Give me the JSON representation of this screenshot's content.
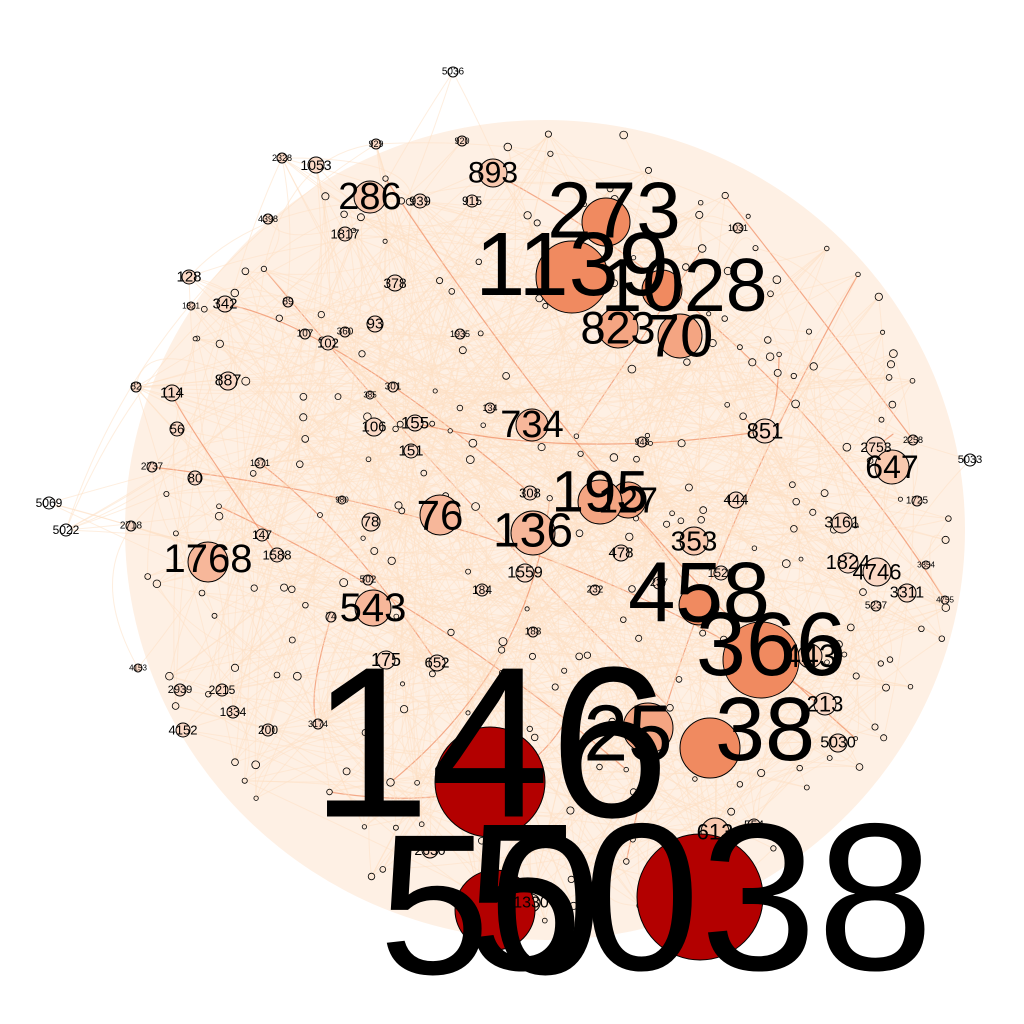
{
  "graph": {
    "edge_color": "#fde0c5",
    "strong_edge_color": "#f08a60",
    "node_outline": "#000000",
    "nodes": [
      {
        "label": "5038",
        "fill": "#b30000"
      },
      {
        "label": "146",
        "fill": "#b30000"
      },
      {
        "label": "50",
        "fill": "#b30000"
      },
      {
        "label": "1139",
        "fill": "#f08a60"
      },
      {
        "label": "273",
        "fill": "#f08a60"
      },
      {
        "label": "1028",
        "fill": "#f08a60"
      },
      {
        "label": "366",
        "fill": "#f08a60"
      },
      {
        "label": "458",
        "fill": "#f08a60"
      },
      {
        "label": "38",
        "fill": "#f08a60"
      },
      {
        "label": "70",
        "fill": "#f4a582"
      },
      {
        "label": "823",
        "fill": "#f4a582"
      },
      {
        "label": "195",
        "fill": "#f4a582"
      },
      {
        "label": "136",
        "fill": "#f7b79a"
      },
      {
        "label": "1768",
        "fill": "#f7b79a"
      },
      {
        "label": "76",
        "fill": "#f7b79a"
      },
      {
        "label": "543",
        "fill": "#f7b79a"
      },
      {
        "label": "734",
        "fill": "#f7b79a"
      },
      {
        "label": "286",
        "fill": "#f9c9af"
      },
      {
        "label": "893",
        "fill": "#f9c9af"
      },
      {
        "label": "353",
        "fill": "#f9c9af"
      },
      {
        "label": "647",
        "fill": "#f9c9af"
      },
      {
        "label": "25",
        "fill": "#f4a582"
      },
      {
        "label": "127",
        "fill": "#f4a582"
      },
      {
        "label": "613",
        "fill": "#f9c9af"
      },
      {
        "label": "4746",
        "fill": "#fbd9c6"
      },
      {
        "label": "1824",
        "fill": "#fbd9c6"
      },
      {
        "label": "851",
        "fill": "#fbd9c6"
      },
      {
        "label": "3161",
        "fill": "#fbd9c6"
      },
      {
        "label": "2753",
        "fill": "#fbd9c6"
      },
      {
        "label": "213",
        "fill": "#fbd9c6"
      },
      {
        "label": "443",
        "fill": "#f9c9af"
      },
      {
        "label": "5030",
        "fill": "#fbd9c6"
      },
      {
        "label": "3311",
        "fill": "#fbd9c6"
      },
      {
        "label": "1559",
        "fill": "#fbd9c6"
      },
      {
        "label": "478",
        "fill": "#fbd9c6"
      },
      {
        "label": "1528",
        "fill": "#fbd9c6"
      },
      {
        "label": "444",
        "fill": "#fbd9c6"
      },
      {
        "label": "308",
        "fill": "#fbd9c6"
      },
      {
        "label": "184",
        "fill": "#fbd9c6"
      },
      {
        "label": "175",
        "fill": "#fbd9c6"
      },
      {
        "label": "652",
        "fill": "#fbd9c6"
      },
      {
        "label": "2630",
        "fill": "#fbd9c6"
      },
      {
        "label": "1330",
        "fill": "#fbd9c6"
      },
      {
        "label": "554",
        "fill": "#fbd9c6"
      },
      {
        "label": "155",
        "fill": "#fbd9c6"
      },
      {
        "label": "151",
        "fill": "#fbd9c6"
      },
      {
        "label": "106",
        "fill": "#fbd9c6"
      },
      {
        "label": "78",
        "fill": "#fbd9c6"
      },
      {
        "label": "887",
        "fill": "#fbd9c6"
      },
      {
        "label": "114",
        "fill": "#fbd9c6"
      },
      {
        "label": "56",
        "fill": "#fbd9c6"
      },
      {
        "label": "80",
        "fill": "#fbd9c6"
      },
      {
        "label": "128",
        "fill": "#fbd9c6"
      },
      {
        "label": "342",
        "fill": "#fbd9c6"
      },
      {
        "label": "1053",
        "fill": "#fbd9c6"
      },
      {
        "label": "1817",
        "fill": "#fbd9c6"
      },
      {
        "label": "939",
        "fill": "#fbd9c6"
      },
      {
        "label": "915",
        "fill": "#fbd9c6"
      },
      {
        "label": "378",
        "fill": "#fbd9c6"
      },
      {
        "label": "93",
        "fill": "#fbd9c6"
      },
      {
        "label": "102",
        "fill": "#fbd9c6"
      },
      {
        "label": "1588",
        "fill": "#fbd9c6"
      },
      {
        "label": "147",
        "fill": "#fbd9c6"
      },
      {
        "label": "2939",
        "fill": "#fbd9c6"
      },
      {
        "label": "2215",
        "fill": "#fbd9c6"
      },
      {
        "label": "1334",
        "fill": "#fbd9c6"
      },
      {
        "label": "4152",
        "fill": "#fbd9c6"
      },
      {
        "label": "200",
        "fill": "#fbd9c6"
      },
      {
        "label": "5069",
        "fill": "#ffffff"
      },
      {
        "label": "5022",
        "fill": "#ffffff"
      },
      {
        "label": "5036",
        "fill": "#ffffff"
      },
      {
        "label": "5033",
        "fill": "#ffffff"
      },
      {
        "label": "2718",
        "fill": "#fbd9c6"
      },
      {
        "label": "2737",
        "fill": "#fbd9c6"
      },
      {
        "label": "1725",
        "fill": "#fbd9c6"
      },
      {
        "label": "2258",
        "fill": "#fbd9c6"
      },
      {
        "label": "5237",
        "fill": "#fbd9c6"
      },
      {
        "label": "237",
        "fill": "#fbd9c6"
      },
      {
        "label": "502",
        "fill": "#fbd9c6"
      },
      {
        "label": "74",
        "fill": "#fbd9c6"
      },
      {
        "label": "232",
        "fill": "#fbd9c6"
      },
      {
        "label": "188",
        "fill": "#fbd9c6"
      },
      {
        "label": "82",
        "fill": "#fbd9c6"
      },
      {
        "label": "89",
        "fill": "#fbd9c6"
      },
      {
        "label": "107",
        "fill": "#fbd9c6"
      },
      {
        "label": "360",
        "fill": "#fbd9c6"
      },
      {
        "label": "301",
        "fill": "#fbd9c6"
      },
      {
        "label": "385",
        "fill": "#fbd9c6"
      },
      {
        "label": "1371",
        "fill": "#fbd9c6"
      },
      {
        "label": "3174",
        "fill": "#fbd9c6"
      },
      {
        "label": "2328",
        "fill": "#fbd9c6"
      },
      {
        "label": "920",
        "fill": "#fbd9c6"
      },
      {
        "label": "929",
        "fill": "#fbd9c6"
      },
      {
        "label": "1935",
        "fill": "#fbd9c6"
      },
      {
        "label": "1031",
        "fill": "#fbd9c6"
      },
      {
        "label": "948",
        "fill": "#fbd9c6"
      },
      {
        "label": "3354",
        "fill": "#fbd9c6"
      },
      {
        "label": "4755",
        "fill": "#fbd9c6"
      },
      {
        "label": "4398",
        "fill": "#fbd9c6"
      },
      {
        "label": "1821",
        "fill": "#fbd9c6"
      },
      {
        "label": "4153",
        "fill": "#fbd9c6"
      },
      {
        "label": "980",
        "fill": "#fbd9c6"
      },
      {
        "label": "134",
        "fill": "#fbd9c6"
      }
    ],
    "minor_node_count": 260
  }
}
